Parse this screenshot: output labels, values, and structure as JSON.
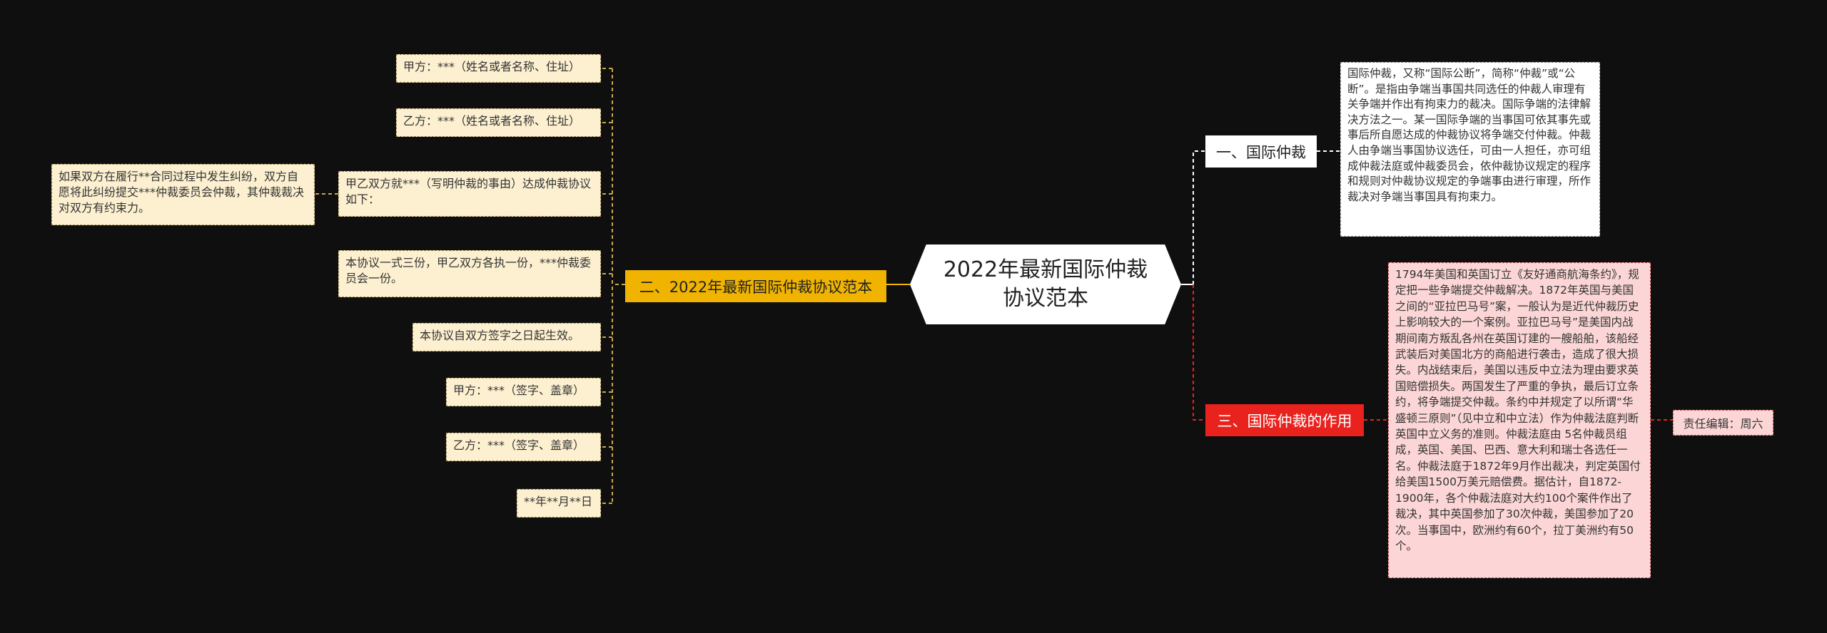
{
  "root": {
    "title": "2022年最新国际仲裁协议范本"
  },
  "branches": {
    "intro": {
      "label": "一、国际仲裁"
    },
    "template": {
      "label": "二、2022年最新国际仲裁协议范本"
    },
    "role": {
      "label": "三、国际仲裁的作用"
    }
  },
  "template_items": [
    "甲方：***（姓名或者名称、住址）",
    "乙方：***（姓名或者名称、住址）",
    "甲乙双方就***（写明仲裁的事由）达成仲裁协议如下：",
    "本协议一式三份，甲乙双方各执一份，***仲裁委员会一份。",
    "本协议自双方签字之日起生效。",
    "甲方：***（签字、盖章）",
    "乙方：***（签字、盖章）",
    "**年**月**日"
  ],
  "dispute_clause": "如果双方在履行**合同过程中发生纠纷，双方自愿将此纠纷提交***仲裁委员会仲裁，其仲裁裁决对双方有约束力。",
  "intro_text": "国际仲裁，又称“国际公断”，简称“仲裁”或“公断”。是指由争端当事国共同选任的仲裁人审理有关争端并作出有拘束力的裁决。国际争端的法律解决方法之一。某一国际争端的当事国可依其事先或事后所自愿达成的仲裁协议将争端交付仲裁。仲裁人由争端当事国协议选任，可由一人担任，亦可组成仲裁法庭或仲裁委员会，依仲裁协议规定的程序和规则对仲裁协议规定的争端事由进行审理，所作裁决对争端当事国具有拘束力。",
  "role_text": "1794年美国和英国订立《友好通商航海条约》，规定把一些争端提交仲裁解决。1872年英国与美国之间的“亚拉巴马号”案，一般认为是近代仲裁历史上影响较大的一个案例。亚拉巴马号”是美国内战期间南方叛乱各州在英国订建的一艘船舶，该船经武装后对美国北方的商船进行袭击，造成了很大损失。内战结束后，美国以违反中立法为理由要求英国赔偿损失。两国发生了严重的争执，最后订立条约，将争端提交仲裁。条约中并规定了以所谓“华盛顿三原则”（见中立和中立法）作为仲裁法庭判断英国中立义务的准则。仲裁法庭由 5名仲裁员组成，英国、美国、巴西、意大利和瑞士各选任一名。仲裁法庭于1872年9月作出裁决，判定英国付给美国1500万美元赔偿费。据估计，自1872-1900年，各个仲裁法庭对大约100个案件作出了裁决，其中英国参加了30次仲裁，美国参加了20次。当事国中，欧洲约有60个，拉丁美洲约有50个。",
  "editor": "责任编辑：周六",
  "colors": {
    "background": "#0f0f0f",
    "yellow_branch": "#f0b400",
    "red_branch": "#e9221d",
    "leaf_fill": "#fdf0d0",
    "pink_fill": "#fcd6d6"
  }
}
